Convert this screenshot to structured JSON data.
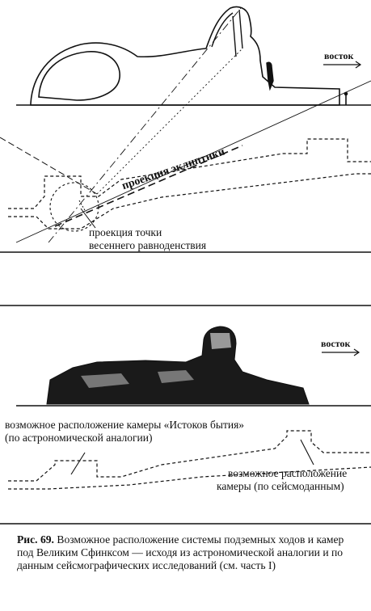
{
  "top_diagram": {
    "east_label": "восток",
    "ecliptic_label": "проекция эклиптики",
    "equinox_label_line1": "проекция точки",
    "equinox_label_line2": "весеннего равноденствия"
  },
  "bottom_diagram": {
    "east_label": "восток",
    "chamber_astro_line1": "возможное расположение камеры «Истоков бытия»",
    "chamber_astro_line2": "(по астрономической аналогии)",
    "chamber_seismic_line1": "возможное расположение",
    "chamber_seismic_line2": "камеры (по сейсмоданным)"
  },
  "caption": {
    "figure_label": "Рис. 69.",
    "text": "Возможное расположение системы подземных ходов и камер под Великим Сфинксом — исходя из астрономической аналогии и по данным сейсмографических исследований (см. часть I)"
  },
  "colors": {
    "ink": "#111111",
    "background": "#ffffff"
  }
}
